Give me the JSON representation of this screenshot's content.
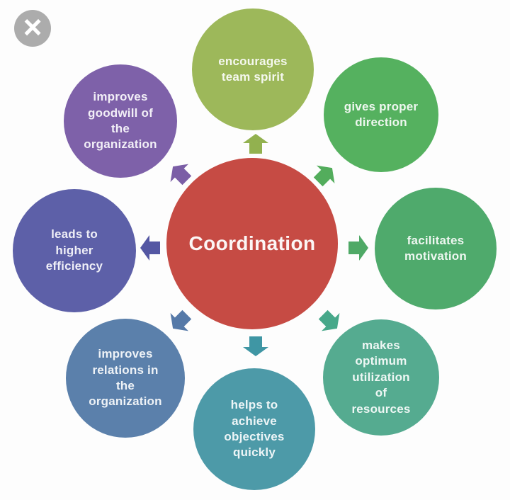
{
  "viewer": {
    "close_icon": "×"
  },
  "diagram": {
    "center": {
      "label": "Coordination",
      "color": "#c64b44"
    },
    "nodes": [
      {
        "label": "encourages team spirit",
        "position": "top",
        "color": "#9db85a"
      },
      {
        "label": "gives proper direction",
        "position": "top-right",
        "color": "#55b15f"
      },
      {
        "label": "facilitates motivation",
        "position": "right",
        "color": "#4faa6c"
      },
      {
        "label": "makes optimum utilization of resources",
        "position": "bottom-right",
        "color": "#55ab90"
      },
      {
        "label": "helps to achieve objectives quickly",
        "position": "bottom",
        "color": "#4d9aa8"
      },
      {
        "label": "improves relations in the organization",
        "position": "bottom-left",
        "color": "#5b80ab"
      },
      {
        "label": "leads to higher efficiency",
        "position": "left",
        "color": "#5d60a8"
      },
      {
        "label": "improves goodwill of the organization",
        "position": "top-left",
        "color": "#7e61a9"
      }
    ],
    "arrows": [
      {
        "direction": "up",
        "color": "#92b14f"
      },
      {
        "direction": "up-right",
        "color": "#53ad5c"
      },
      {
        "direction": "right",
        "color": "#4fa966"
      },
      {
        "direction": "down-right",
        "color": "#47a88a"
      },
      {
        "direction": "down",
        "color": "#3f96a4"
      },
      {
        "direction": "down-left",
        "color": "#5579a8"
      },
      {
        "direction": "left",
        "color": "#5457a3"
      },
      {
        "direction": "up-left",
        "color": "#7b5ea6"
      }
    ]
  }
}
